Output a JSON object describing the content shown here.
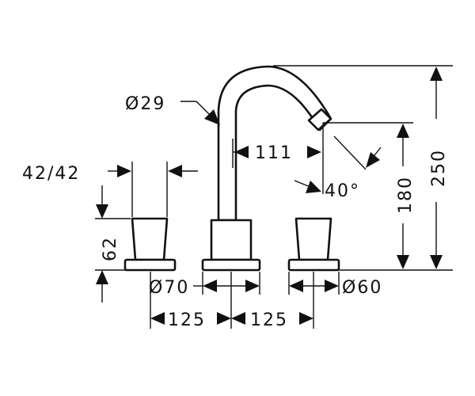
{
  "dimensions": {
    "spout_diameter": "Ø29",
    "handle_width": "42/42",
    "handle_height": "62",
    "spout_reach": "111",
    "spout_angle": "40°",
    "spout_outlet_height": "180",
    "total_height": "250",
    "base_diameter_center": "Ø70",
    "base_diameter_side": "Ø60",
    "spacing_left": "125",
    "spacing_right": "125"
  }
}
